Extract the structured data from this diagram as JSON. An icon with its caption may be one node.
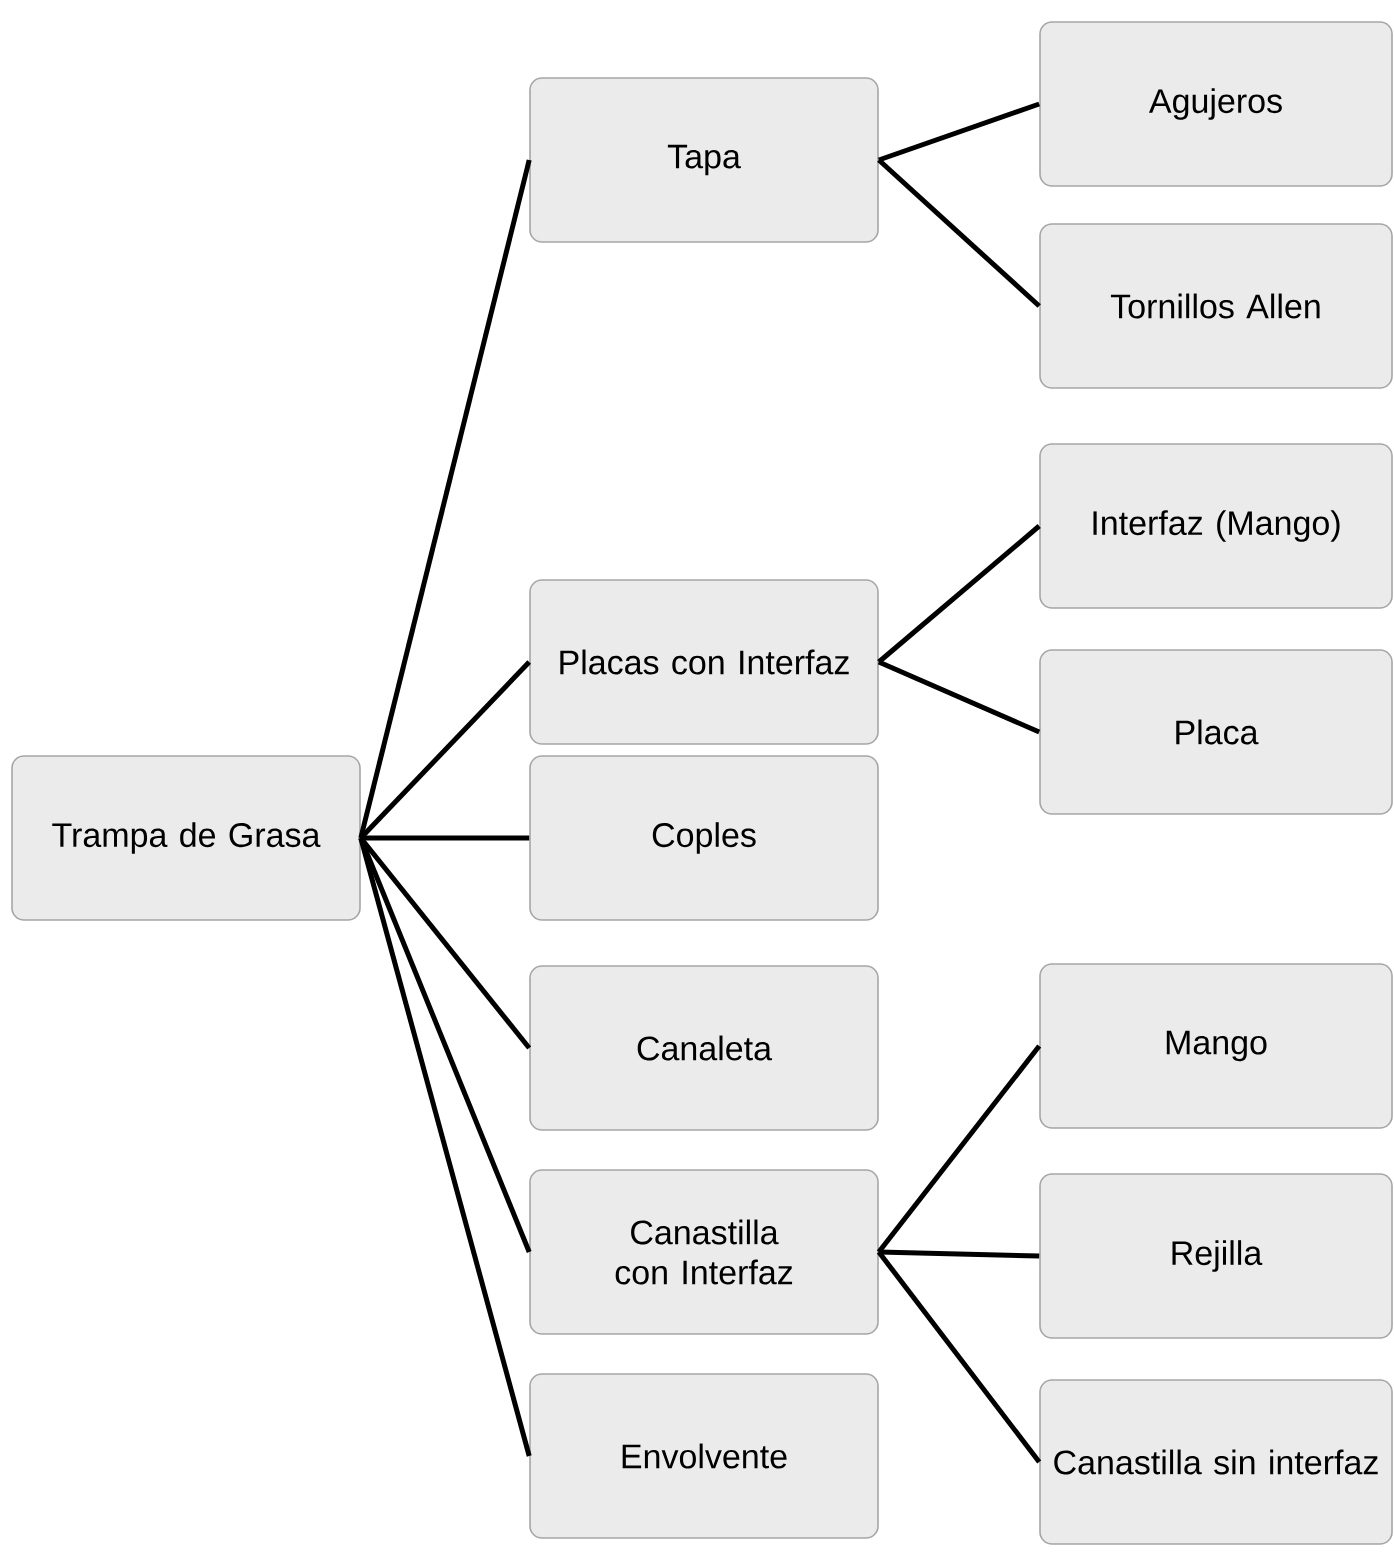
{
  "diagram": {
    "nodes": [
      {
        "text": [
          "Trampa de Grasa"
        ]
      },
      {
        "text": [
          "Tapa"
        ]
      },
      {
        "text": [
          "Placas con Interfaz"
        ]
      },
      {
        "text": [
          "Coples"
        ]
      },
      {
        "text": [
          "Canaleta"
        ]
      },
      {
        "text": [
          "Canastilla con Interfaz"
        ]
      },
      {
        "text": [
          "Envolvente"
        ]
      },
      {
        "text": [
          "Agujeros"
        ]
      },
      {
        "text": [
          "Tornillos Allen"
        ]
      },
      {
        "text": [
          "Interfaz (Mango)"
        ]
      },
      {
        "text": [
          "Placa"
        ]
      },
      {
        "text": [
          "Mango"
        ]
      },
      {
        "text": [
          "Rejilla"
        ]
      },
      {
        "text": [
          "Canastilla sin interfaz"
        ]
      }
    ],
    "edges": [
      {
        "from": 0,
        "to": 1,
        "arrow": "none"
      },
      {
        "from": 0,
        "to": 2,
        "arrow": "none"
      },
      {
        "from": 0,
        "to": 3,
        "arrow": "none"
      },
      {
        "from": 0,
        "to": 4,
        "arrow": "none"
      },
      {
        "from": 0,
        "to": 5,
        "arrow": "none"
      },
      {
        "from": 0,
        "to": 6,
        "arrow": "none"
      },
      {
        "from": 1,
        "to": 7,
        "arrow": "none"
      },
      {
        "from": 1,
        "to": 8,
        "arrow": "none"
      },
      {
        "from": 2,
        "to": 9,
        "arrow": "none"
      },
      {
        "from": 2,
        "to": 10,
        "arrow": "none"
      },
      {
        "from": 5,
        "to": 11,
        "arrow": "none"
      },
      {
        "from": 5,
        "to": 12,
        "arrow": "none"
      },
      {
        "from": 5,
        "to": 13,
        "arrow": "none"
      }
    ]
  }
}
